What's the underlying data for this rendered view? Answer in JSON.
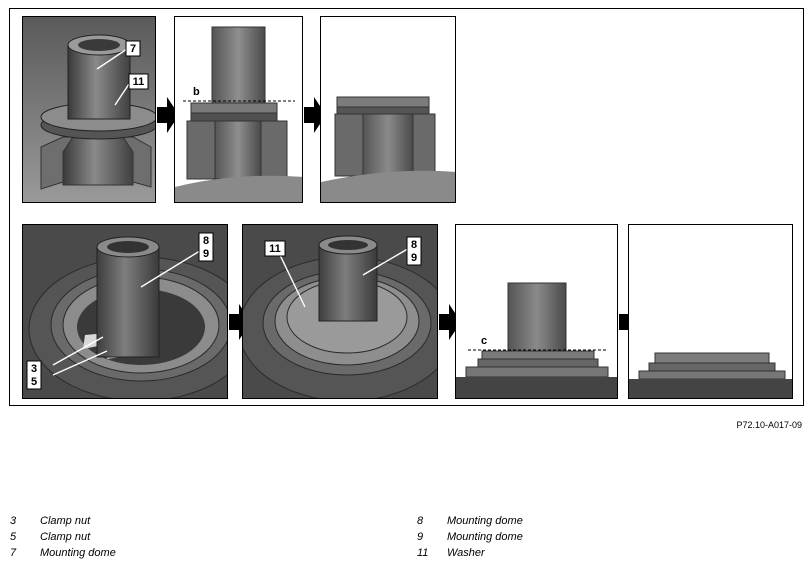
{
  "figure_id": "P72.10-A017-09",
  "callouts": {
    "p1_top": "7",
    "p1_bottom": "11",
    "p2_dim": "b",
    "p4_top1": "8",
    "p4_top2": "9",
    "p4_bot1": "3",
    "p4_bot2": "5",
    "p5_left": "11",
    "p5_right1": "8",
    "p5_right2": "9",
    "p6_dim": "c"
  },
  "legend": {
    "left": [
      {
        "num": "3",
        "label": "Clamp nut"
      },
      {
        "num": "5",
        "label": "Clamp nut"
      },
      {
        "num": "7",
        "label": "Mounting dome"
      }
    ],
    "right": [
      {
        "num": "8",
        "label": "Mounting dome"
      },
      {
        "num": "9",
        "label": "Mounting dome"
      },
      {
        "num": "11",
        "label": "Washer"
      }
    ]
  }
}
